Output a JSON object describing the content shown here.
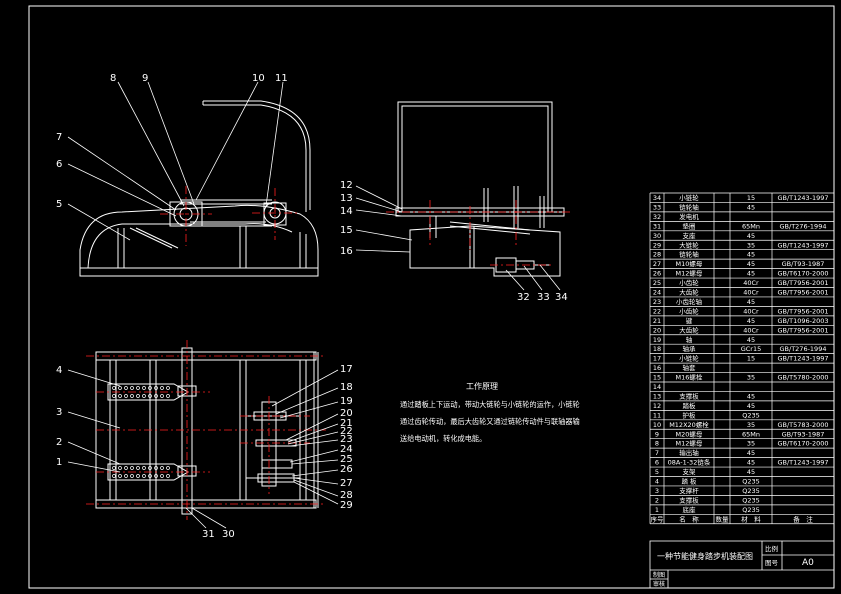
{
  "balloons": {
    "b1": "1",
    "b2": "2",
    "b3": "3",
    "b4": "4",
    "b5": "5",
    "b6": "6",
    "b7": "7",
    "b8": "8",
    "b9": "9",
    "b10": "10",
    "b11": "11",
    "b12": "12",
    "b13": "13",
    "b14": "14",
    "b15": "15",
    "b16": "16",
    "b17": "17",
    "b18": "18",
    "b19": "19",
    "b20": "20",
    "b21": "21",
    "b22": "22",
    "b23": "23",
    "b24": "24",
    "b25": "25",
    "b26": "26",
    "b27": "27",
    "b28": "28",
    "b29": "29",
    "b30": "30",
    "b31": "31",
    "b32": "32",
    "b33": "33",
    "b34": "34"
  },
  "working_principle": {
    "title": "工作原理",
    "lines": [
      "通过踏板上下运动，带动大链轮与小链轮的运作，小链轮",
      "通过齿轮传动，最后大齿轮又通过链轮传动件与联轴器输",
      "送给电动机，转化成电能。"
    ]
  },
  "bom": {
    "rows": [
      [
        "34",
        "小链轮",
        "",
        "15",
        "GB/T1243-1997"
      ],
      [
        "33",
        "链轮轴",
        "",
        "45",
        ""
      ],
      [
        "32",
        "发电机",
        "",
        "",
        ""
      ],
      [
        "31",
        "垫圈",
        "",
        "65Mn",
        "GB/T276-1994"
      ],
      [
        "30",
        "支座",
        "",
        "45",
        ""
      ],
      [
        "29",
        "大链轮",
        "",
        "35",
        "GB/T1243-1997"
      ],
      [
        "28",
        "链轮轴",
        "",
        "45",
        ""
      ],
      [
        "27",
        "M10螺母",
        "",
        "45",
        "GB/T93-1987"
      ],
      [
        "26",
        "M12螺母",
        "",
        "45",
        "GB/T6170-2000"
      ],
      [
        "25",
        "小齿轮",
        "",
        "40Cr",
        "GB/T7956-2001"
      ],
      [
        "24",
        "大齿轮",
        "",
        "40Cr",
        "GB/T7956-2001"
      ],
      [
        "23",
        "小齿轮轴",
        "",
        "45",
        ""
      ],
      [
        "22",
        "小齿轮",
        "",
        "40Cr",
        "GB/T7956-2001"
      ],
      [
        "21",
        "键",
        "",
        "45",
        "GB/T1096-2003"
      ],
      [
        "20",
        "大齿轮",
        "",
        "40Cr",
        "GB/T7956-2001"
      ],
      [
        "19",
        "轴",
        "",
        "45",
        ""
      ],
      [
        "18",
        "轴承",
        "",
        "GCr15",
        "GB/T276-1994"
      ],
      [
        "17",
        "小链轮",
        "",
        "15",
        "GB/T1243-1997"
      ],
      [
        "16",
        "轴套",
        "",
        "",
        ""
      ],
      [
        "15",
        "M16螺栓",
        "",
        "35",
        "GB/T5780-2000"
      ],
      [
        "14",
        "",
        "",
        "",
        ""
      ],
      [
        "13",
        "支撑板",
        "",
        "45",
        ""
      ],
      [
        "12",
        "踏板",
        "",
        "45",
        ""
      ],
      [
        "11",
        "护板",
        "",
        "Q235",
        ""
      ],
      [
        "10",
        "M12X20螺栓",
        "",
        "35",
        "GB/T5783-2000"
      ],
      [
        "9",
        "M20螺母",
        "",
        "65Mn",
        "GB/T93-1987"
      ],
      [
        "8",
        "M12螺母",
        "",
        "35",
        "GB/T6170-2000"
      ],
      [
        "7",
        "输出轴",
        "",
        "45",
        ""
      ],
      [
        "6",
        "08A-1-32链条",
        "",
        "45",
        "GB/T1243-1997"
      ],
      [
        "5",
        "支架",
        "",
        "45",
        ""
      ],
      [
        "4",
        "踏  板",
        "",
        "Q235",
        ""
      ],
      [
        "3",
        "支撑杆",
        "",
        "Q235",
        ""
      ],
      [
        "2",
        "支撑板",
        "",
        "Q235",
        ""
      ],
      [
        "1",
        "底座",
        "",
        "Q235",
        ""
      ]
    ],
    "header": [
      "序号",
      "名　称",
      "数量",
      "材　料",
      "备　注"
    ]
  },
  "title_block": {
    "drawing_title": "一种节能健身踏步机装配图",
    "scale_label": "比例",
    "sheet_label": "图号",
    "sheet_size": "A0",
    "drawn_label": "制图",
    "checked_label": "审核"
  }
}
